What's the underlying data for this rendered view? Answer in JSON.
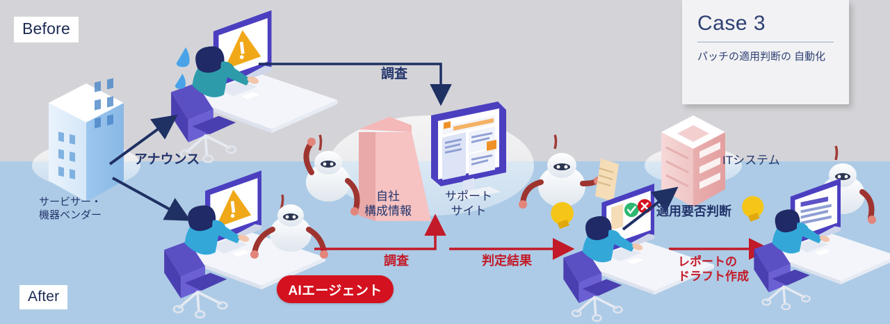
{
  "sections": {
    "before_label": "Before",
    "after_label": "After"
  },
  "case_card": {
    "title": "Case 3",
    "subtitle": "パッチの適用判断の\n自動化"
  },
  "labels": {
    "announce": "アナウンス",
    "vendor": "サービサー・\n機器ベンダー",
    "survey_top": "調査",
    "self_config_info": "自社\n構成情報",
    "support_site": "サポート\nサイト",
    "survey_bottom": "調査",
    "judgement_result": "判定結果",
    "it_system": "ITシステム",
    "apply_decision": "適用要否判断",
    "report_draft": "レポートの\nドラフト作成",
    "ai_agent": "AIエージェント"
  },
  "colors": {
    "bg_top": "#d4d4d8",
    "bg_bottom": "#adcbe6",
    "navy_text": "#23356b",
    "red_text": "#c21a28",
    "ai_pill": "#d4111f",
    "case_title": "#2d3f73",
    "card_bg": "#f2f2f4",
    "chair_purple": "#5b4fc4",
    "server_pink": "#eeb5b5",
    "warning_yellow": "#f0a818",
    "bulb_yellow": "#f5c518"
  },
  "icons": {
    "before_flow": [
      "office-building-icon",
      "worker-warning-icon",
      "support-site-monitor-icon",
      "folder-icon"
    ],
    "after_flow": [
      "office-building-icon",
      "worker-warning-icon",
      "robot-icon",
      "robot-icon",
      "robot-document-icon",
      "worker-bulb-icon",
      "server-icon",
      "robot-icon",
      "worker-report-icon"
    ]
  }
}
